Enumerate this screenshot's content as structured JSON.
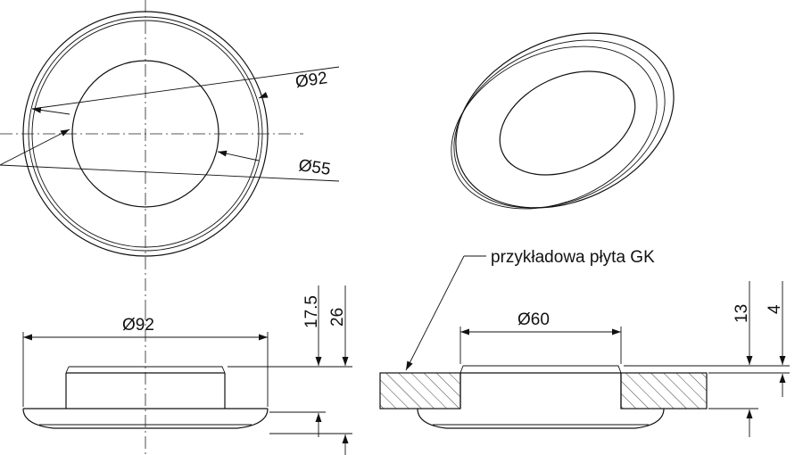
{
  "labels": {
    "top_outer_diameter": "Ø92",
    "top_inner_diameter": "Ø55",
    "front_width": "Ø92",
    "front_height_17_5": "17.5",
    "front_height_26": "26",
    "right_cutout": "Ø60",
    "right_depth_13": "13",
    "right_depth_4": "4",
    "gk_board": "przykładowa płyta GK"
  },
  "colors": {
    "line": "#111111",
    "background": "#ffffff"
  }
}
